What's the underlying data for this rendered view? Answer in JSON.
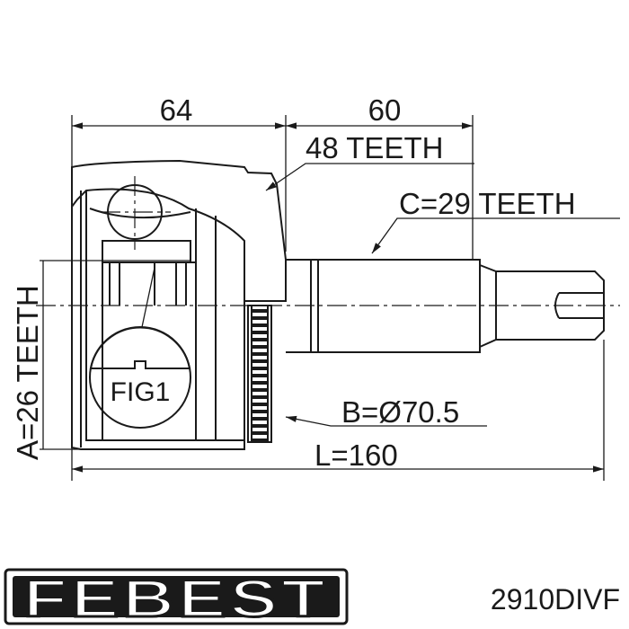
{
  "dimensions": {
    "top_left": "64",
    "top_right": "60",
    "outer_teeth": "48 TEETH",
    "stem_teeth": "C=29 TEETH",
    "inner_teeth": "A=26 TEETH",
    "abs_diameter": "B=Ø70.5",
    "length": "L=160"
  },
  "callout": {
    "label": "FIG1"
  },
  "footer": {
    "brand": "FEBEST",
    "part_number": "2910DIVF"
  }
}
